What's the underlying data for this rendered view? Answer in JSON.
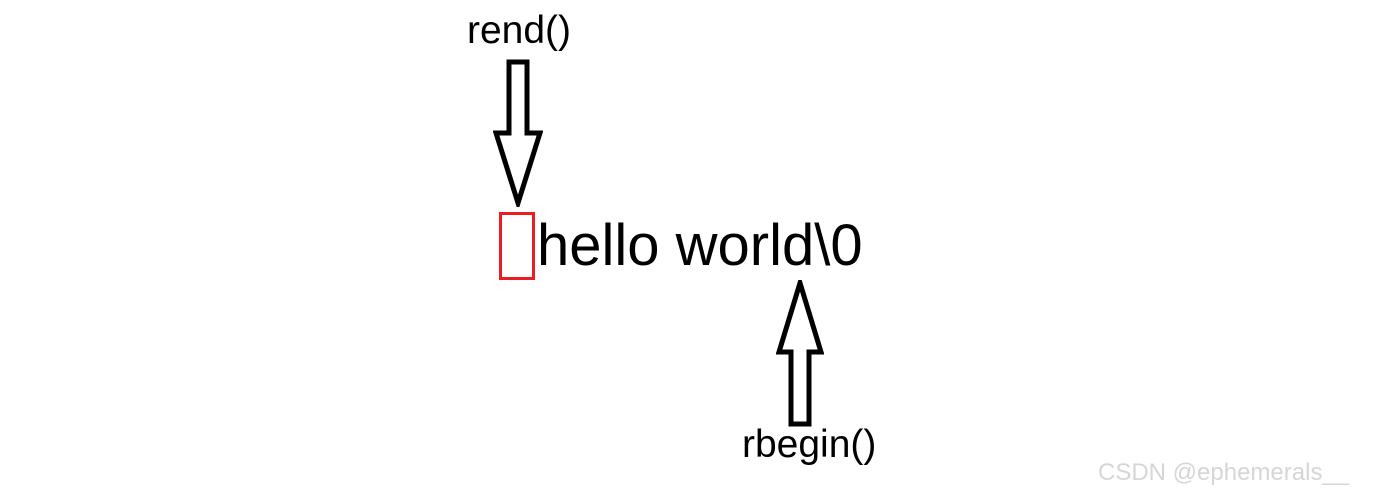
{
  "diagram": {
    "top_label": "rend()",
    "bottom_label": "rbegin()",
    "string_text": "hello world\\0",
    "pointed_before_char_index": 0,
    "pointed_last_char": "d"
  },
  "icons": {
    "down_arrow": "hollow-down-arrow",
    "up_arrow": "hollow-up-arrow",
    "empty_slot": "red-outline-rectangle"
  },
  "watermark": {
    "text": "CSDN @ephemerals__"
  },
  "colors": {
    "background": "#ffffff",
    "ink": "#000000",
    "arrow": "#000000",
    "red_box": "#ed1c24",
    "watermark": "#d6d6d6"
  }
}
